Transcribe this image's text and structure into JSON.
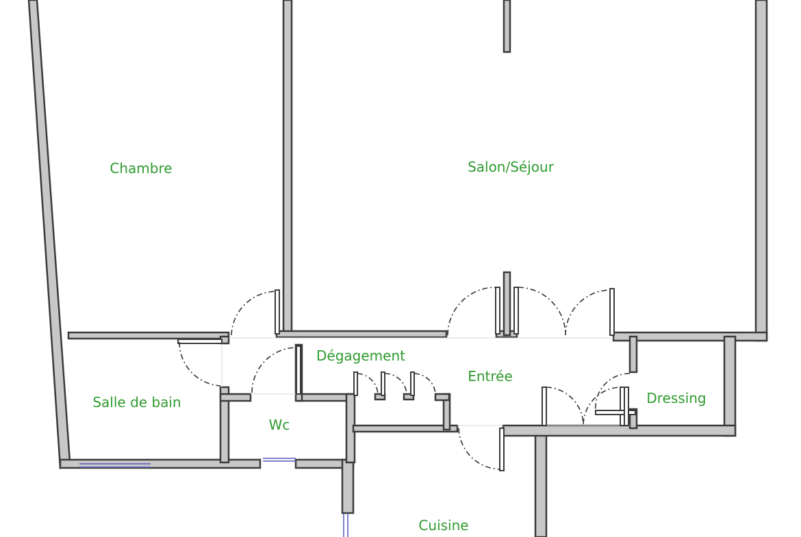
{
  "colors": {
    "room_label": "#2e9a2e",
    "wall_fill": "#c8c8c8",
    "wall_stroke": "#3a3a3a",
    "window": "#5555bb"
  },
  "rooms": {
    "chambre": "Chambre",
    "salon": "Salon/Séjour",
    "degagement": "Dégagement",
    "entree": "Entrée",
    "salle_de_bain": "Salle de bain",
    "wc": "Wc",
    "dressing": "Dressing",
    "cuisine": "Cuisine"
  }
}
